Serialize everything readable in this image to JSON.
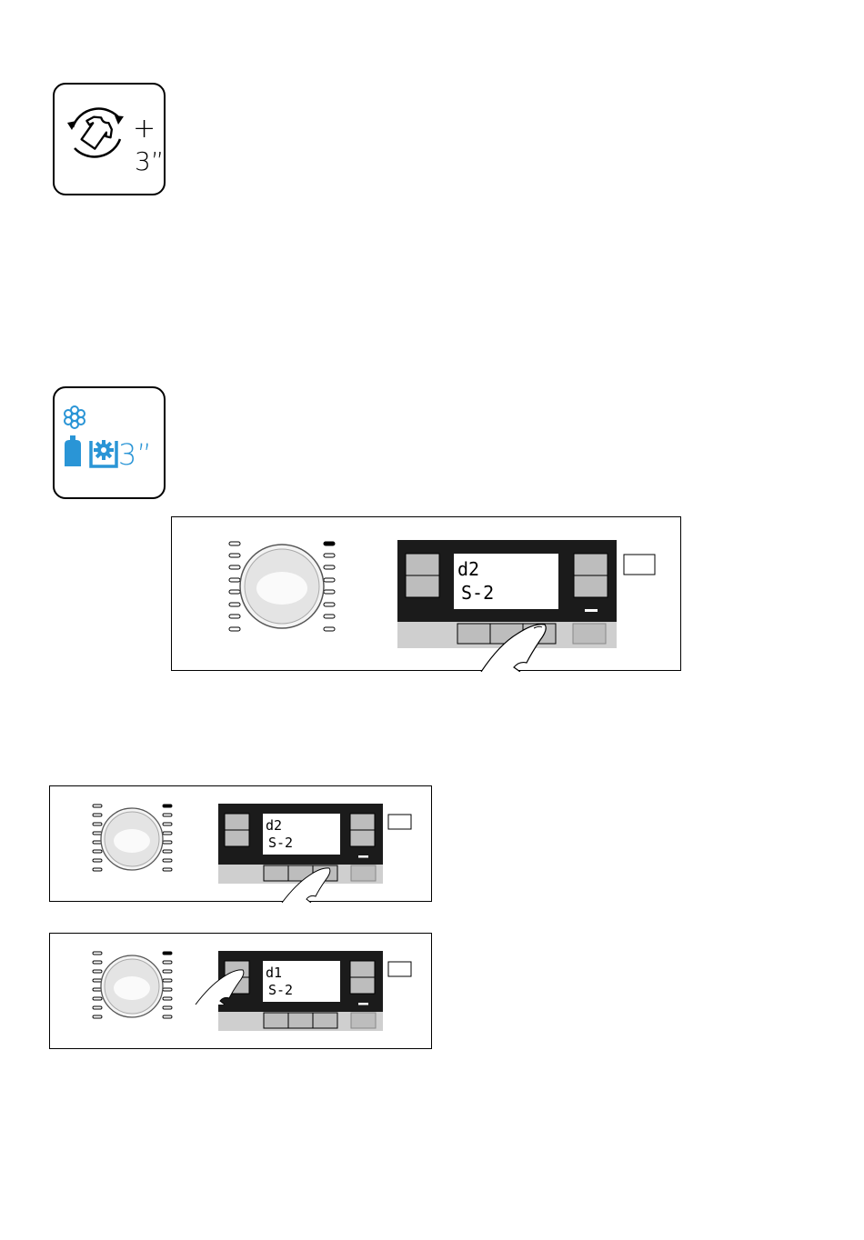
{
  "icons": {
    "rinse_plus": {
      "name": "shirt-rotate-plus-icon",
      "plus": "+",
      "duration": "3”"
    },
    "softener": {
      "name": "softener-tub-icon",
      "duration": "3”",
      "color": "#2a95d6"
    }
  },
  "panels": [
    {
      "lcd_line1": "d2",
      "lcd_line2": "S-2",
      "pressed": "bottom-button-3"
    },
    {
      "lcd_line1": "d2",
      "lcd_line2": "S-2",
      "pressed": "bottom-button-3"
    },
    {
      "lcd_line1": "d1",
      "lcd_line2": "S-2",
      "pressed": "left-top-button"
    }
  ],
  "colors": {
    "display_bg": "#1b1b1b",
    "lcd_bg": "#ffffff",
    "strip": "#cfcfcf",
    "button": "#bdbdbd"
  }
}
